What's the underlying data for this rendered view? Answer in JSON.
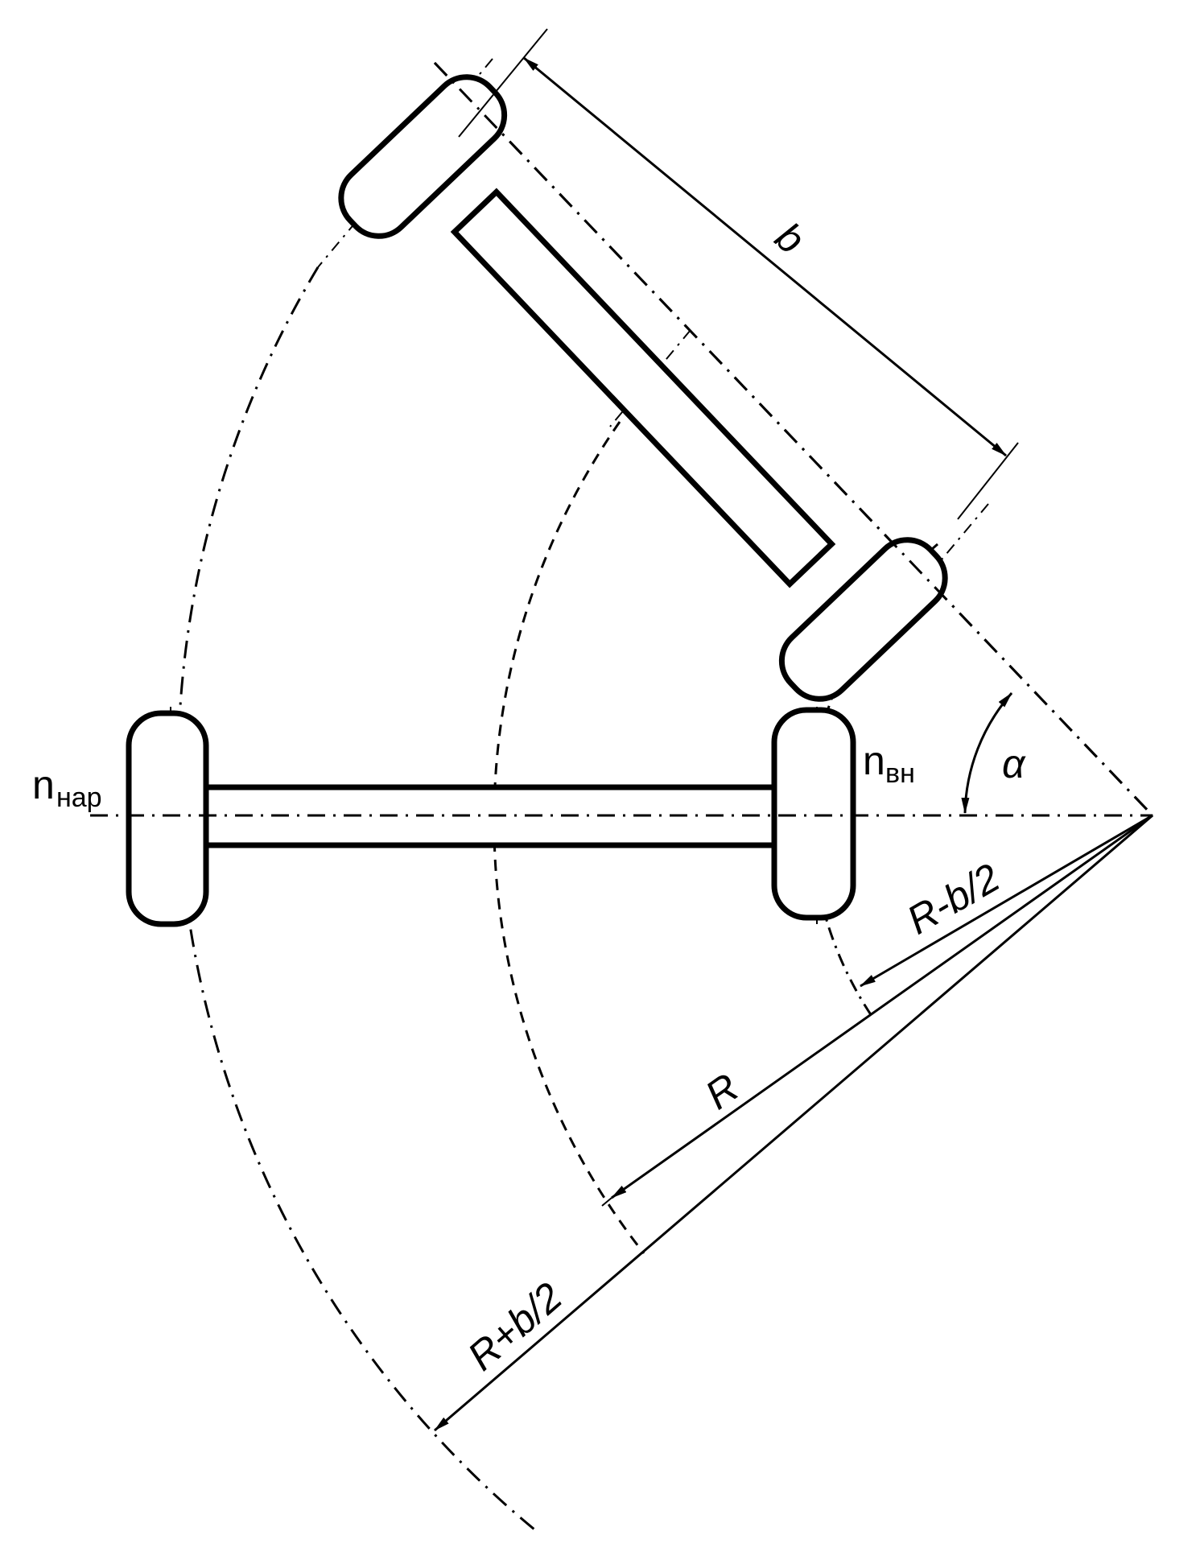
{
  "labels": {
    "track_width": "b",
    "angle": "α",
    "outer_speed_main": "n",
    "outer_speed_sub": "нар",
    "inner_speed_main": "n",
    "inner_speed_sub": "вн",
    "inner_radius": "R-b/2",
    "mean_radius": "R",
    "outer_radius": "R+b/2"
  },
  "colors": {
    "line": "#000000",
    "background": "#ffffff"
  }
}
